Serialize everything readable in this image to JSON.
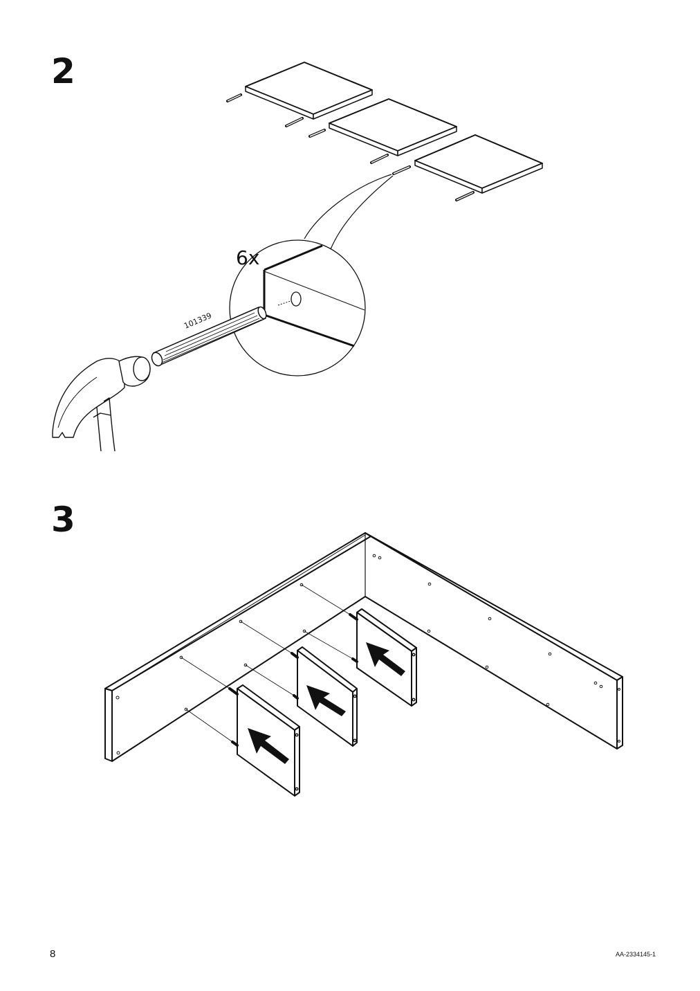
{
  "steps": [
    {
      "number": "2",
      "quantity": "6x",
      "part_number": "101339"
    },
    {
      "number": "3"
    }
  ],
  "footer": {
    "page_number": "8",
    "document_code": "AA-2334145-1"
  }
}
